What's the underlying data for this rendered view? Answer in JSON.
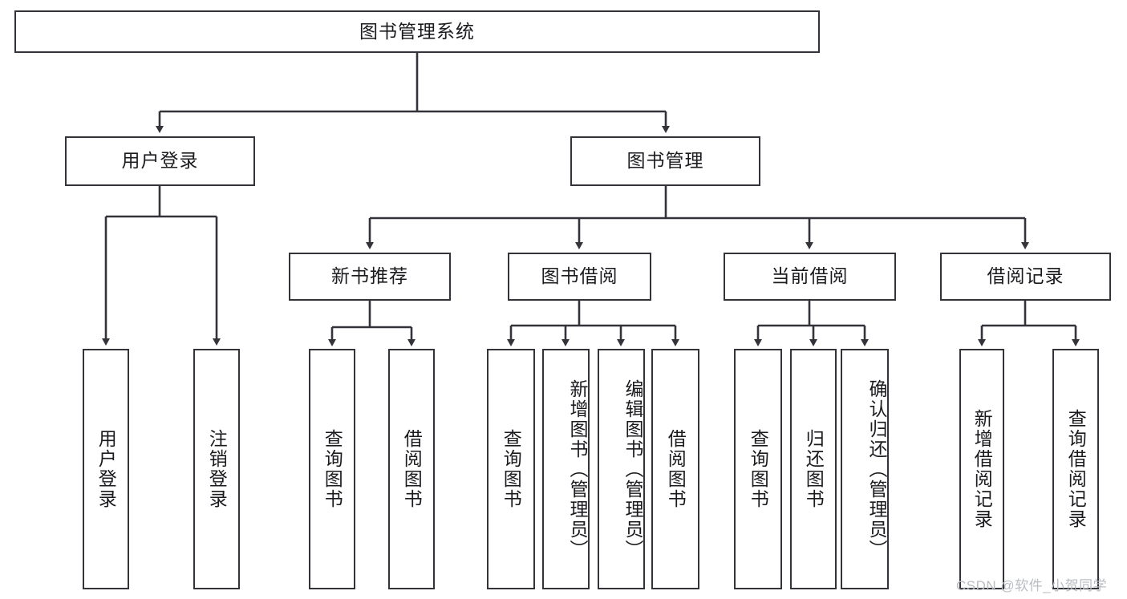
{
  "diagram": {
    "type": "tree",
    "title": "图书管理系统",
    "root": {
      "label": "图书管理系统"
    },
    "level2": [
      {
        "label": "用户登录"
      },
      {
        "label": "图书管理"
      }
    ],
    "level3": [
      {
        "label": "新书推荐"
      },
      {
        "label": "图书借阅"
      },
      {
        "label": "当前借阅"
      },
      {
        "label": "借阅记录"
      }
    ],
    "leaves": {
      "user_login": [
        {
          "label": "用户登录"
        },
        {
          "label": "注销登录"
        }
      ],
      "new_book_recommend": [
        {
          "label": "查询图书"
        },
        {
          "label": "借阅图书"
        }
      ],
      "book_borrow": [
        {
          "label": "查询图书"
        },
        {
          "label": "新增图书（管理员）"
        },
        {
          "label": "编辑图书（管理员）"
        },
        {
          "label": "借阅图书"
        }
      ],
      "current_borrow": [
        {
          "label": "查询图书"
        },
        {
          "label": "归还图书"
        },
        {
          "label": "确认归还（管理员）"
        }
      ],
      "borrow_record": [
        {
          "label": "新增借阅记录"
        },
        {
          "label": "查询借阅记录"
        }
      ]
    }
  },
  "watermark": {
    "text": "CSDN @软件_小贺同学"
  },
  "colors": {
    "border": "#32343a",
    "text": "#1b1b1f",
    "background": "#ffffff",
    "watermark": "#b9bcc2"
  }
}
